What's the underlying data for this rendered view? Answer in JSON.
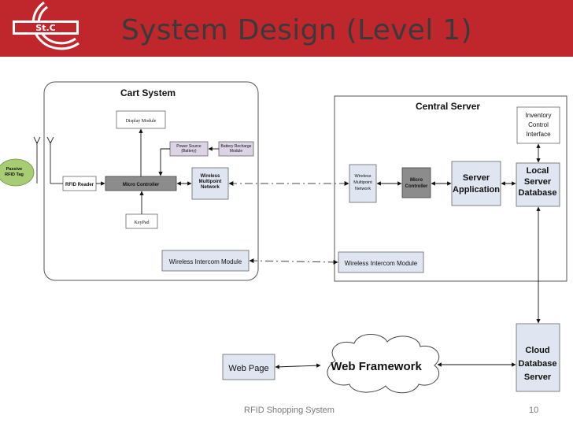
{
  "header": {
    "title": "System Design (Level 1)",
    "logo_text": "St.C",
    "accent_color": "#c0272d"
  },
  "diagram": {
    "cart_system": {
      "title": "Cart System",
      "display_module": "Display Module",
      "power_source": [
        "Power Source",
        "(Battery)"
      ],
      "battery_recharge": [
        "Battery Recharge",
        "Module"
      ],
      "rfid_reader": "RFID Reader",
      "micro_controller": "Micro Controller",
      "wireless_network": [
        "Wireless",
        "Multipoint",
        "Network"
      ],
      "keypad": "KeyPad",
      "intercom": "Wireless Intercom Module"
    },
    "passive_tag": [
      "Passive",
      "RFID Tag"
    ],
    "central_server": {
      "title": "Central Server",
      "inventory": [
        "Inventory",
        "Control",
        "Interface"
      ],
      "wireless_network": [
        "Wireless",
        "Multipoint",
        "Network"
      ],
      "micro_controller": [
        "Micro",
        "Controller"
      ],
      "server_app": [
        "Server",
        "Application"
      ],
      "local_db": [
        "Local",
        "Server",
        "Database"
      ],
      "intercom": "Wireless Intercom Module"
    },
    "web_page": "Web Page",
    "web_framework": "Web Framework",
    "cloud_db": [
      "Cloud",
      "Database",
      "Server"
    ]
  },
  "footer": {
    "text": "RFID Shopping System",
    "page_number": "10"
  }
}
